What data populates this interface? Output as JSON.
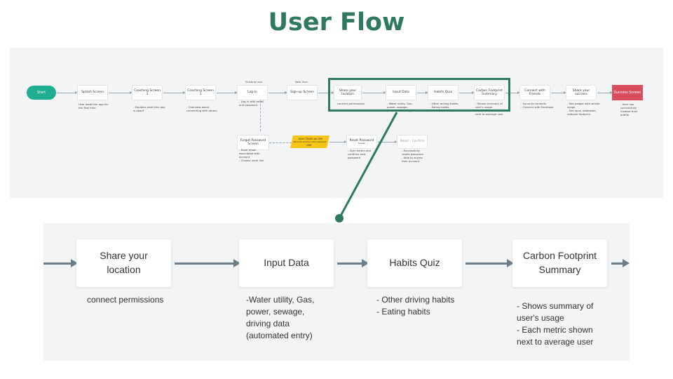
{
  "title": "User Flow",
  "overview": {
    "start": "Start",
    "steps": [
      {
        "label": "Splash Screen",
        "note": "User loads the app for\nthe first time"
      },
      {
        "label": "Coaching Screen 1",
        "note": "- Explains what this app\nis about"
      },
      {
        "label": "Coaching Screen 1",
        "note": "- Overview about\nconnecting with others"
      },
      {
        "label": "Log-in",
        "tag": "Existing user",
        "note": "- Log-in with email\nand password"
      },
      {
        "label": "Sign-up Screen",
        "tag": "New User"
      },
      {
        "label": "Share your location",
        "note": "connect permissions"
      },
      {
        "label": "Input Data",
        "note": "- Water utility, Gas,\npower, sewage,\n(automated entry)"
      },
      {
        "label": "Habits Quiz",
        "note": "- Other driving habits\n- Eating habits"
      },
      {
        "label": "Carbon Footprint Summary",
        "note": "- Shows summary of\nuser's usage\n- Each metric shown\nnext to average user"
      },
      {
        "label": "Connect with Friends",
        "note": "- Syncs to contacts\n- Connect with Facebook"
      },
      {
        "label": "Share your success",
        "note": "- See people with similar\nusage\n- See local, statewide,\nnational footprint"
      }
    ],
    "success": "Success Screen",
    "success_note": "- User has\nsuccessfully\ncreated their\nprofile",
    "forgot": {
      "label": "Forgot Password Screen",
      "note": "- Enter email\nassociated with\naccount\n- Choose reset link"
    },
    "yellow": {
      "line1": "User Clicks on link",
      "line2": "Receives email to reset password",
      "line3": "link"
    },
    "reset": {
      "label": "Reset Password",
      "sub": "Screen",
      "note": "- User enters and\nconfirms new\npassword"
    },
    "confirm": {
      "label": "Reset - Confirm",
      "note": "- Successfully\nresets password\n- Able to access\ntheir account"
    }
  },
  "detail": {
    "steps": [
      {
        "label": "Share your\nlocation",
        "note": "connect permissions"
      },
      {
        "label": "Input Data",
        "note": "-Water utility, Gas,\npower, sewage,\ndriving data\n(automated entry)"
      },
      {
        "label": "Habits Quiz",
        "note": "- Other driving habits\n- Eating habits"
      },
      {
        "label": "Carbon Footprint\nSummary",
        "note": "- Shows summary of\nuser's usage\n- Each metric shown\nnext to average user"
      }
    ]
  },
  "colors": {
    "accent": "#2f7a5c",
    "start": "#1fae92",
    "success": "#d94d5e",
    "band": "#f2f4f5",
    "yellow": "#f5c518"
  }
}
